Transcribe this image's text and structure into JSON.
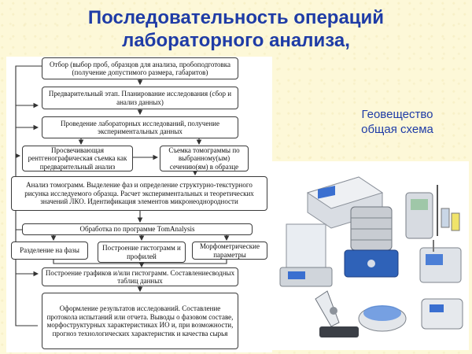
{
  "slide": {
    "title_line1": "Последовательность операций",
    "title_line2": "лабораторного анализа,",
    "subtitle_line1": "Геовещество",
    "subtitle_line2": "общая схема"
  },
  "flowchart": {
    "sampling": "Отбор (выбор проб, образцов для анализа, пробоподготовка (получение допустимого размера, габаритов)",
    "preliminary": "Предварительный этап. Планирование исследования (сбор и анализ данных)",
    "experiments": "Проведение лабораторных исследований, получение экспериментальных данных",
    "xray": "Просвечивающая рентгенографическая съемка как предварительный анализ",
    "tomograms": "Съемка томограммы по выбранному(ым) сечению(ям) в образце",
    "analysis": "Анализ томограмм. Выделение фаз и определение структурно-текстурного рисунка исследуемого образца. Расчет экспериментальных и теоретических значений ЛКО. Идентификация элементов микронеоднородности",
    "tomanalysis": "Обработка по программе TomAnalysis",
    "phases": "Разделение на фазы",
    "histograms": "Построение гистограмм и профилей",
    "morphometric": "Морфометрические параметры",
    "graphs": "Построение графиков и/или гистограмм. Составлениесводных таблиц данных",
    "results": "Оформление результатов исследований. Составление протокола испытаний или отчета. Выводы о фазовом составе, морфоструктурных характеристиках ИО и, при возможности, прогноз технологических характеристик и качества сырья"
  },
  "colors": {
    "background": "#fdf8d8",
    "title": "#1f3ca6",
    "box_border": "#3a3a3a"
  }
}
